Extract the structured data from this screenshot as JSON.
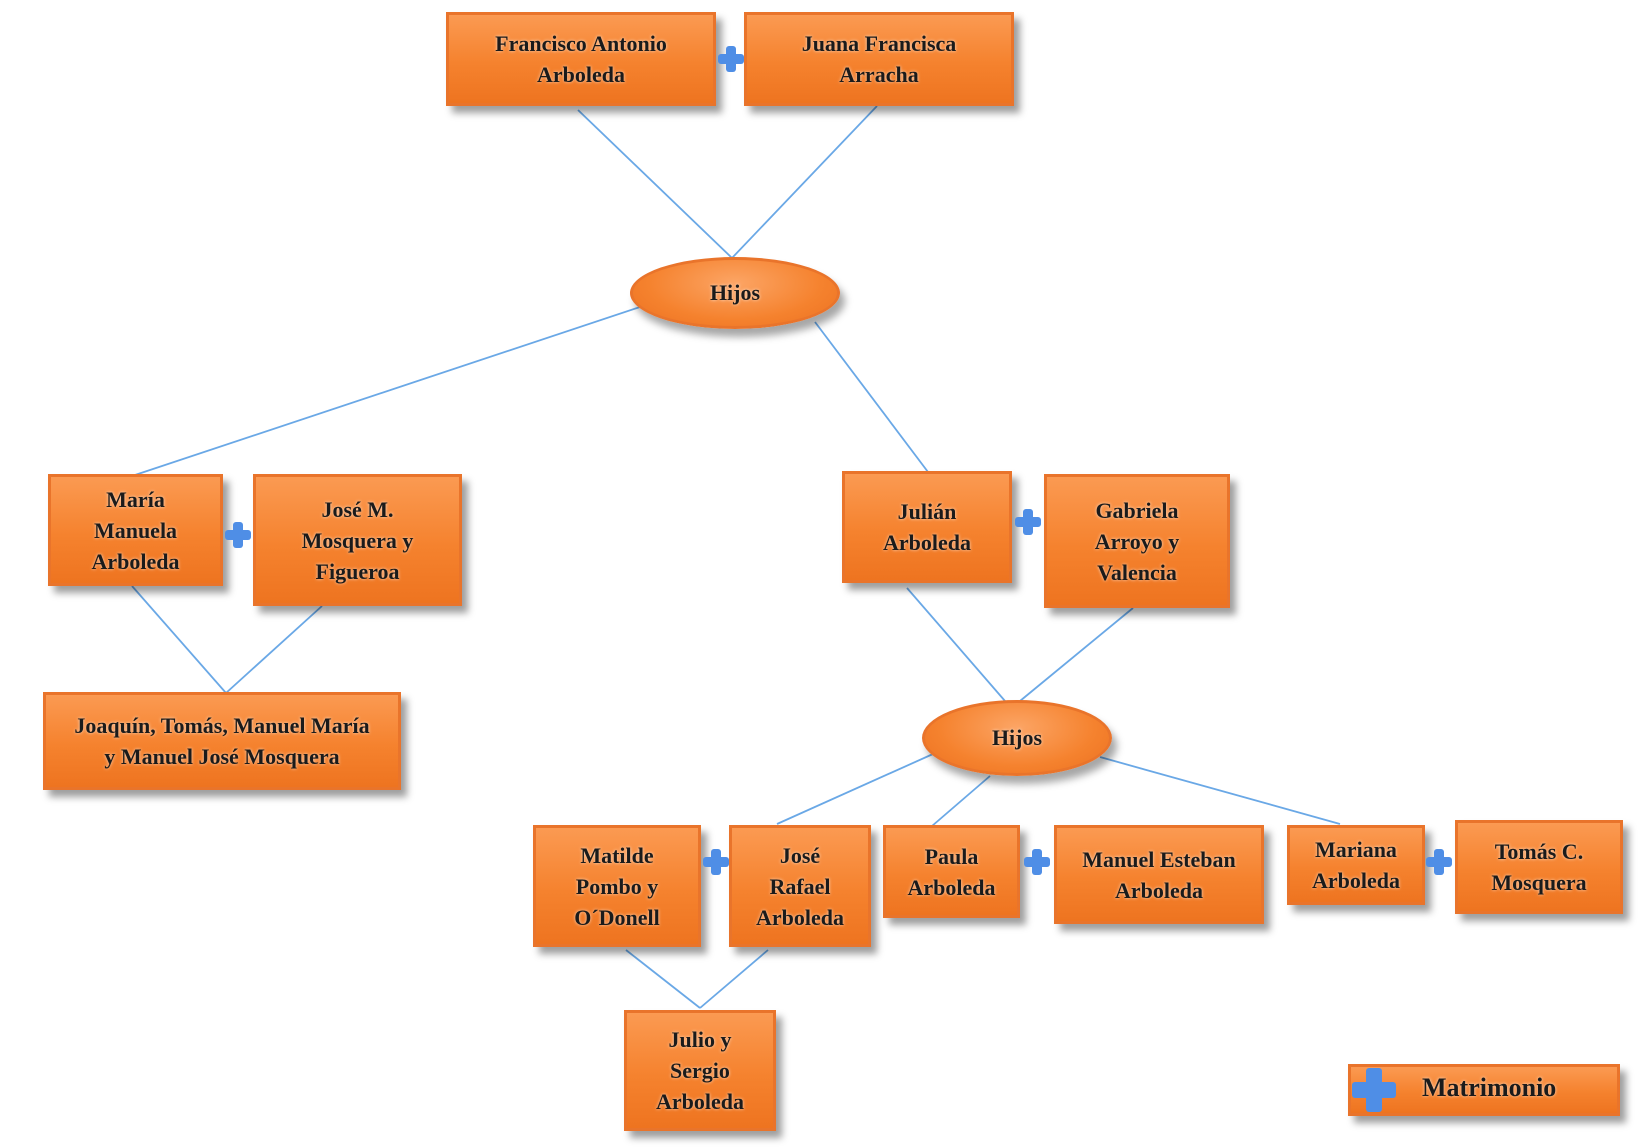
{
  "people": {
    "francisco_antonio": "Francisco Antonio\nArboleda",
    "juana_francisca": "Juana Francisca\nArracha",
    "maria_manuela": "María\nManuela\nArboleda",
    "jose_m_mosquera": "José M.\nMosquera y\nFigueroa",
    "julian": "Julián\nArboleda",
    "gabriela": "Gabriela\nArroyo y\nValencia",
    "mosquera_children": "Joaquín, Tomás, Manuel María\ny Manuel José Mosquera",
    "matilde": "Matilde\nPombo y\nO´Donell",
    "jose_rafael": "José\nRafael\nArboleda",
    "paula": "Paula\nArboleda",
    "manuel_esteban": "Manuel Esteban\nArboleda",
    "mariana": "Mariana\nArboleda",
    "tomas_c": "Tomás C.\nMosquera",
    "julio_sergio": "Julio y\nSergio\nArboleda"
  },
  "groups": {
    "hijos_top": "Hijos",
    "hijos_mid": "Hijos"
  },
  "legend": {
    "marriage_label": "Matrimonio",
    "marriage_icon": "plus-icon"
  },
  "colors": {
    "box_fill": "#f5822e",
    "link_line": "#6aa8e6",
    "marriage_plus": "#4f8ee6"
  }
}
